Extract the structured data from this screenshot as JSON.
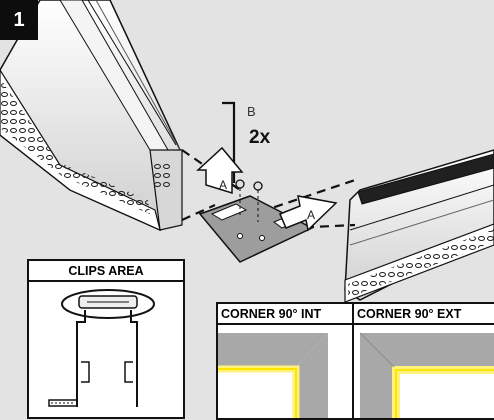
{
  "step_number": "1",
  "screw": {
    "callout_letter": "B",
    "quantity": "2x"
  },
  "arrow_label": "A",
  "detail_boxes": {
    "clips_area": {
      "title": "CLIPS AREA"
    },
    "corner_int": {
      "title": "CORNER 90° INT"
    },
    "corner_ext": {
      "title": "CORNER 90° EXT"
    }
  },
  "colors": {
    "led_glow": "#fff27a",
    "profile_grey": "#a8a8a8",
    "background": "#e3e3e3"
  }
}
